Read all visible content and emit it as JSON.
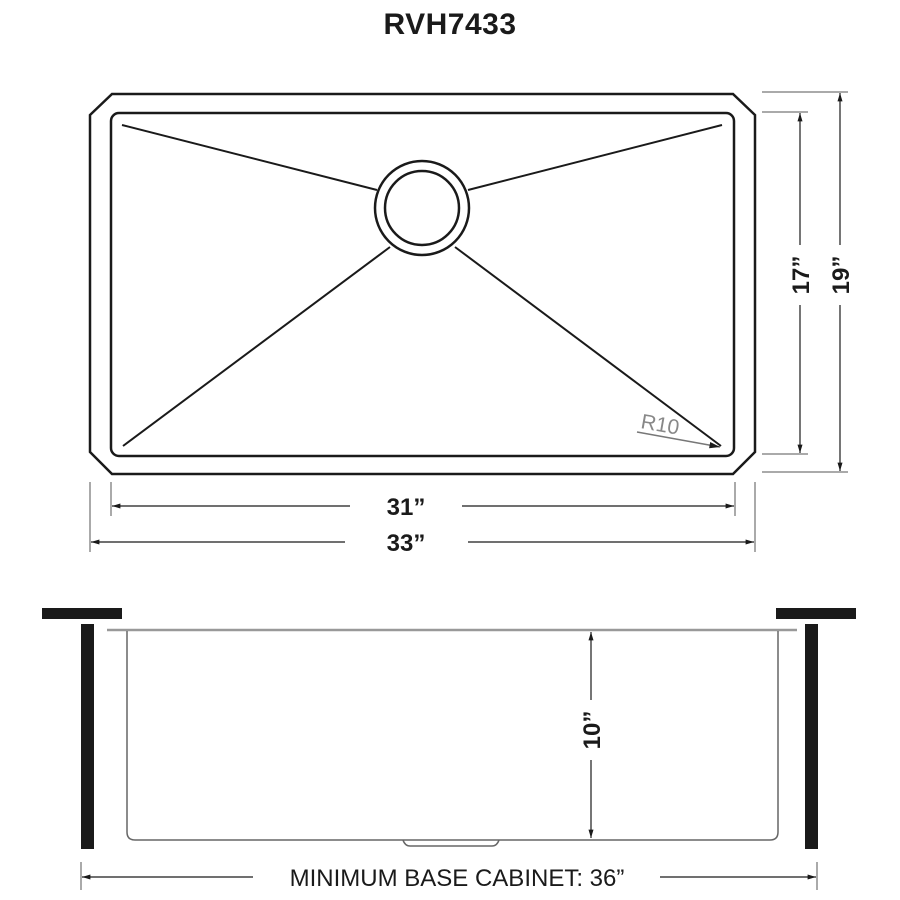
{
  "title": "RVH7433",
  "top_view": {
    "inner_width_label": "31”",
    "outer_width_label": "33”",
    "inner_depth_label": "17”",
    "outer_depth_label": "19”",
    "corner_radius_label": "R10"
  },
  "side_view": {
    "depth_label": "10”",
    "cabinet_label": "MINIMUM BASE CABINET: 36”"
  },
  "colors": {
    "line": "#1a1a1a",
    "thin_line": "#555555",
    "gray_line": "#999999",
    "background": "#ffffff"
  }
}
